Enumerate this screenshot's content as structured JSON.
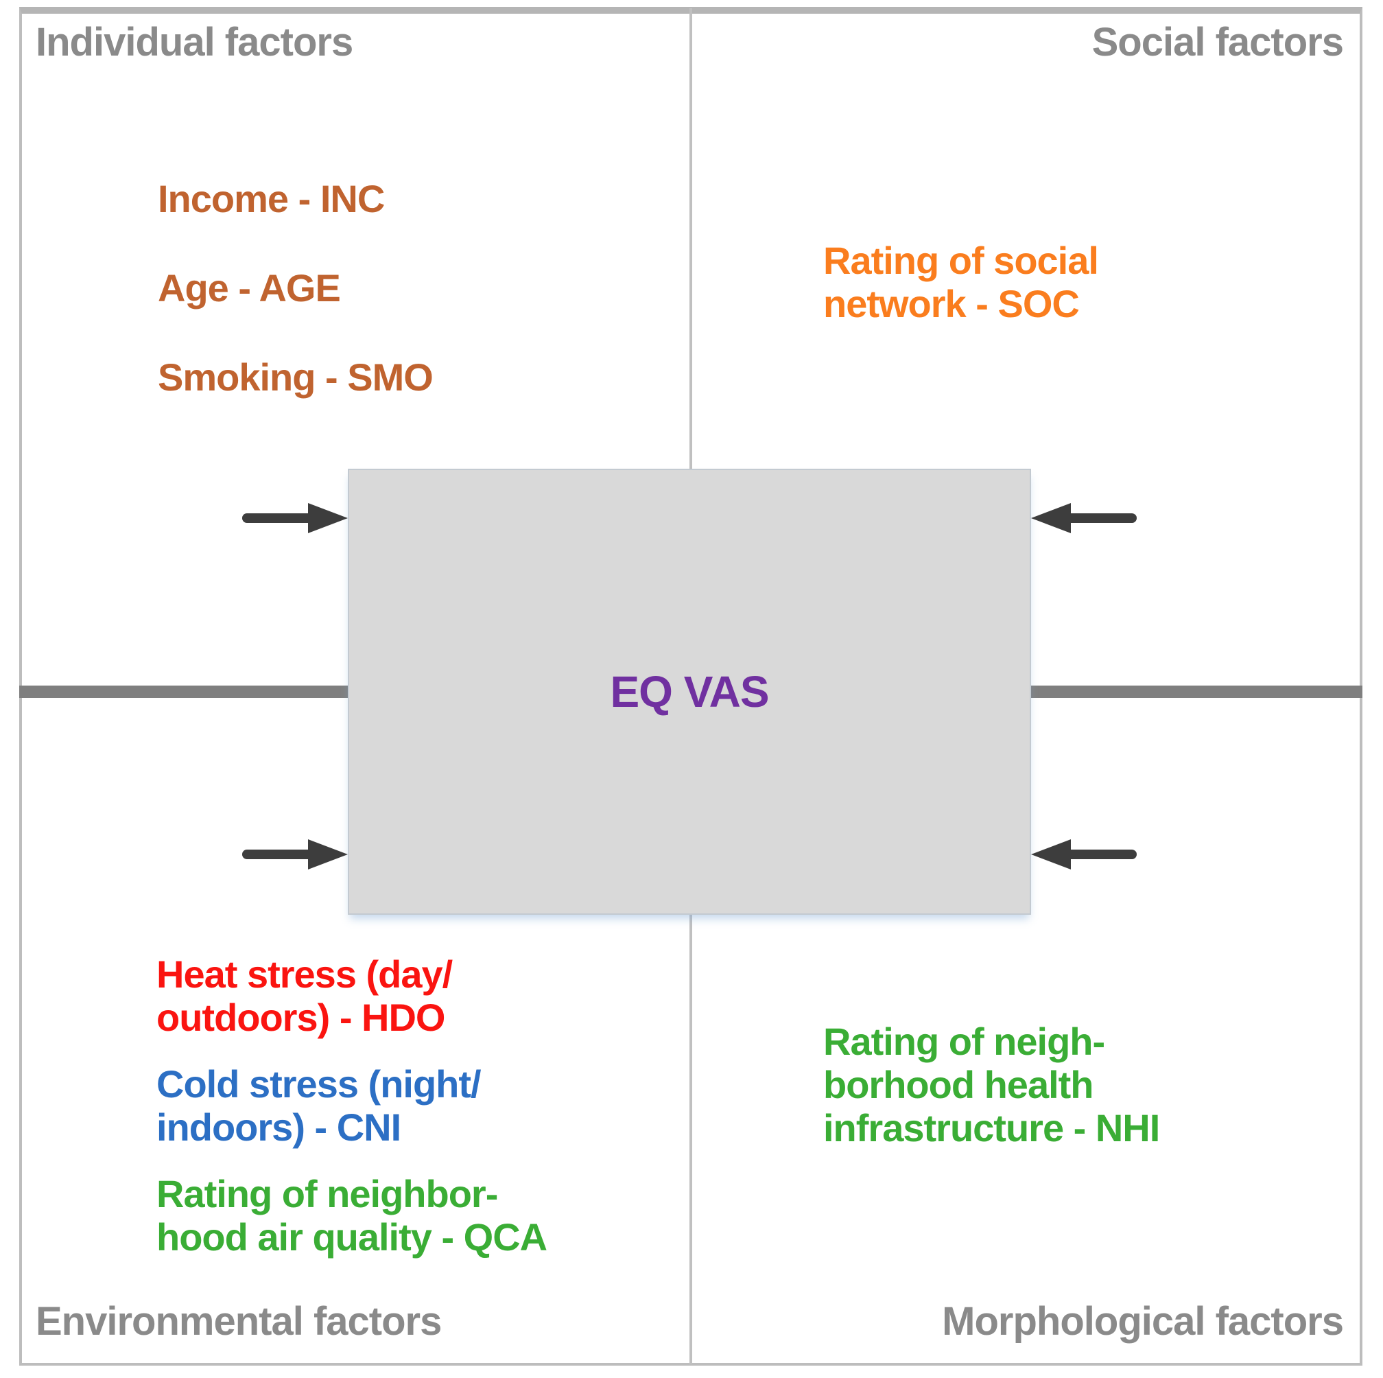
{
  "center": {
    "label": "EQ VAS",
    "label_color": "#7030a0",
    "box_fill": "#d9d9d9"
  },
  "dividers": {
    "horizontal_color": "#7f7f7f",
    "vertical_color": "#c0c0c0",
    "frame_border_color": "#bdbdbd"
  },
  "arrow_color": "#3d3d3d",
  "title_color": "#8a8a8a",
  "quadrants": {
    "individual": {
      "title": "Individual factors",
      "items": [
        {
          "label": "Income - INC",
          "color": "#c0632f"
        },
        {
          "label": "Age - AGE",
          "color": "#c0632f"
        },
        {
          "label": "Smoking - SMO",
          "color": "#c0632f"
        }
      ]
    },
    "social": {
      "title": "Social factors",
      "items": [
        {
          "lines": [
            "Rating of social",
            "network - SOC"
          ],
          "color": "#fa7d1e"
        }
      ]
    },
    "environmental": {
      "title": "Environmental factors",
      "items": [
        {
          "lines": [
            "Heat stress (day/",
            "outdoors) - HDO"
          ],
          "color": "#fa1410"
        },
        {
          "lines": [
            "Cold stress (night/",
            "indoors) - CNI"
          ],
          "color": "#2c6fc4"
        },
        {
          "lines": [
            "Rating of neighbor-",
            "hood air quality - QCA"
          ],
          "color": "#3aad35"
        }
      ]
    },
    "morphological": {
      "title": "Morphological factors",
      "items": [
        {
          "lines": [
            "Rating of neigh-",
            "borhood health",
            "infrastructure - NHI"
          ],
          "color": "#3aad35"
        }
      ]
    }
  }
}
